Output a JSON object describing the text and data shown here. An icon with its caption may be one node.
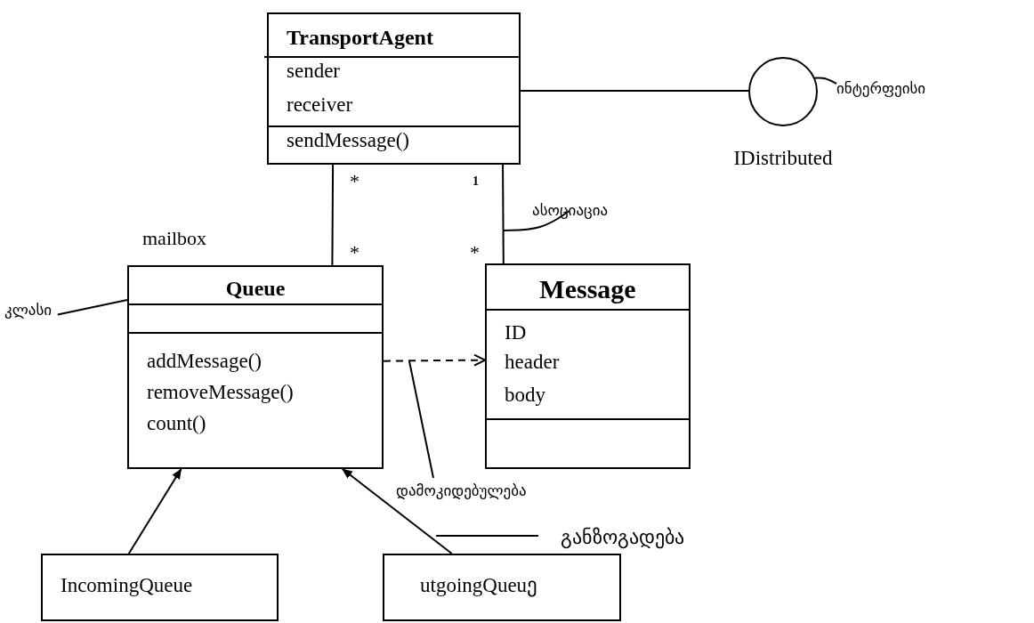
{
  "diagram": {
    "nodes": [
      {
        "text": [
          "TransportAgent",
          "sender",
          "receiver",
          "sendMessage()"
        ]
      },
      {
        "text": [
          "IDistributed"
        ]
      },
      {
        "text": [
          "ინტერფეისი"
        ]
      },
      {
        "text": [
          "ასოციაცია"
        ]
      },
      {
        "text": [
          "კლასი"
        ]
      },
      {
        "text": [
          "Queue",
          "addMessage()",
          "removeMessage()",
          "count()"
        ]
      },
      {
        "text": [
          "Message",
          "ID",
          "header",
          "body"
        ]
      },
      {
        "text": [
          "დამოკიდებულება"
        ]
      },
      {
        "text": [
          "IncomingQueue"
        ]
      },
      {
        "text": [
          "utgoingQueuე"
        ]
      }
    ],
    "edges": [
      {
        "from": 0,
        "to": 1,
        "arrow": "none"
      },
      {
        "from": 2,
        "to": 1,
        "arrow": "none"
      },
      {
        "from": 0,
        "to": 5,
        "arrow": "none"
      },
      {
        "from": 0,
        "to": 6,
        "arrow": "none"
      },
      {
        "from": 3,
        "to": null,
        "arrow": "none"
      },
      {
        "from": 4,
        "to": 5,
        "arrow": "none"
      },
      {
        "from": 5,
        "to": 6,
        "arrow": "to",
        "style": "dashed"
      },
      {
        "from": 7,
        "to": null,
        "arrow": "none"
      },
      {
        "from": 8,
        "to": 5,
        "arrow": "to"
      },
      {
        "from": 9,
        "to": 5,
        "arrow": "to"
      }
    ],
    "labels": [
      "*",
      "1",
      "mailbox",
      "*",
      "*",
      "განზოგადება"
    ]
  }
}
